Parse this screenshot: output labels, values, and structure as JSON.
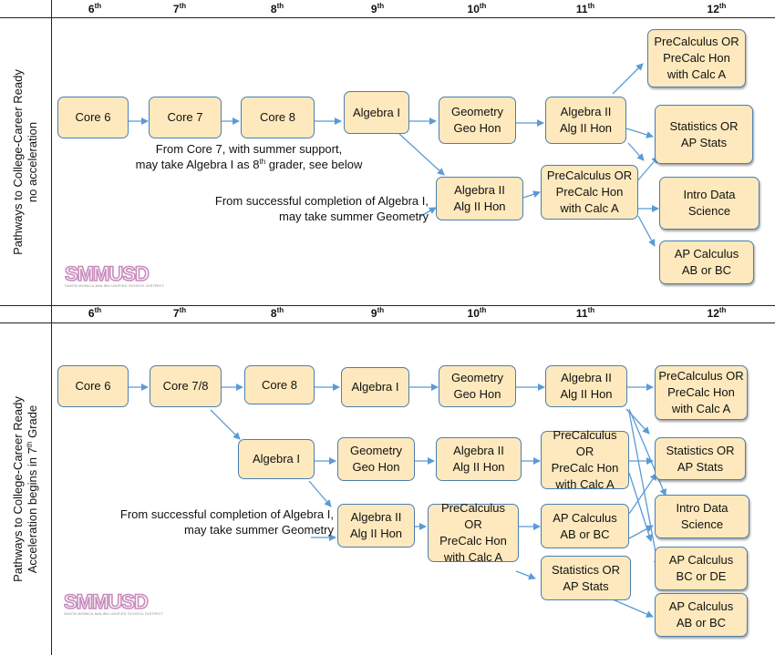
{
  "grade_headers": {
    "g6": "6",
    "g7": "7",
    "g8": "8",
    "g9": "9",
    "g10": "10",
    "g11": "11",
    "g12": "12",
    "suffix": "th"
  },
  "panel1": {
    "side_label_line1": "Pathways to College-Career Ready",
    "side_label_line2": "no   acceleration",
    "boxes": {
      "core6": "Core 6",
      "core7": "Core 7",
      "core8": "Core 8",
      "alg1": "Algebra I",
      "geometry": "Geometry\nGeo Hon",
      "alg2_top": "Algebra II\nAlg II Hon",
      "alg2_summer": "Algebra II\nAlg II Hon",
      "precalc_11": "PreCalculus OR\nPreCalc Hon\nwith Calc A",
      "precalc_12": "PreCalculus OR\nPreCalc Hon\nwith Calc A",
      "stats": "Statistics OR\nAP Stats",
      "intro_data": "Intro Data\nScience",
      "ap_calc": "AP Calculus\nAB or BC"
    },
    "note1_line1": "From Core 7, with summer support,",
    "note1_line2_a": "may take Algebra I as 8",
    "note1_line2_sup": "th",
    "note1_line2_b": " grader, see below",
    "note2_line1": "From successful completion of Algebra I,",
    "note2_line2": "may take summer Geometry"
  },
  "panel2": {
    "side_label_line1": "Pathways to College-Career Ready",
    "side_label_line2a": "Acceleration begins in 7",
    "side_label_sup": "th",
    "side_label_line2b": " Grade",
    "boxes": {
      "core6": "Core 6",
      "core78": "Core 7/8",
      "core8": "Core 8",
      "alg1_r1": "Algebra I",
      "geometry_r1": "Geometry\nGeo Hon",
      "alg2_r1": "Algebra II\nAlg II Hon",
      "precalc_12_r1": "PreCalculus OR\nPreCalc Hon\nwith Calc A",
      "alg1_r2": "Algebra I",
      "geometry_r2": "Geometry\nGeo Hon",
      "alg2_r2": "Algebra II\nAlg II Hon",
      "precalc_11_r2": "PreCalculus OR\nPreCalc Hon\nwith Calc A",
      "stats_12": "Statistics OR\nAP Stats",
      "intro_data": "Intro Data\nScience",
      "alg2_r3": "Algebra II\nAlg II Hon",
      "precalc_10_r3": "PreCalculus OR\nPreCalc Hon\nwith Calc A",
      "apcalc_11_r3": "AP Calculus\nAB or BC",
      "stats_11_r4": "Statistics OR\nAP Stats",
      "apcalc_bc_de": "AP Calculus\nBC or DE",
      "apcalc_ab_bc": "AP Calculus\nAB or BC"
    },
    "note_line1": "From successful completion of Algebra I,",
    "note_line2": "may take summer Geometry"
  },
  "logo": {
    "wordmark": "SMMUSD",
    "subtitle": "SANTA MONICA-MALIBU UNIFIED SCHOOL DISTRICT"
  },
  "colors": {
    "box_fill": "#fde9bd",
    "box_border": "#4a7fb0",
    "arrow": "#5b9bd5"
  }
}
